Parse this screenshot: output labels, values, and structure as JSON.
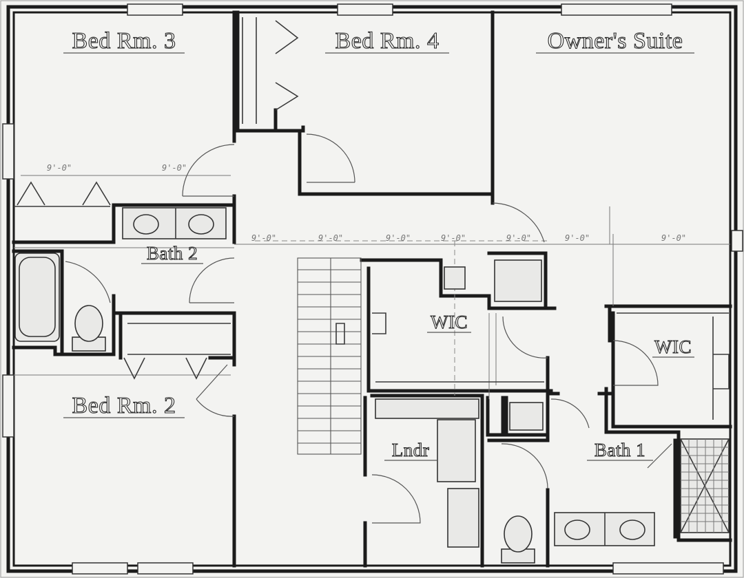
{
  "plan": {
    "rooms": [
      {
        "id": "bed-rm-3",
        "label": "Bed Rm. 3"
      },
      {
        "id": "bed-rm-4",
        "label": "Bed Rm. 4"
      },
      {
        "id": "owners-suite",
        "label": "Owner's Suite"
      },
      {
        "id": "bath-2",
        "label": "Bath 2"
      },
      {
        "id": "bed-rm-2",
        "label": "Bed Rm. 2"
      },
      {
        "id": "wic-1",
        "label": "WIC"
      },
      {
        "id": "wic-2",
        "label": "WIC"
      },
      {
        "id": "laundry",
        "label": "Lndr"
      },
      {
        "id": "bath-1",
        "label": "Bath 1"
      }
    ],
    "dimensions": [
      "9'-0\"",
      "9'-0\"",
      "9'-0\"",
      "9'-0\"",
      "9'-0\"",
      "9'-0\"",
      "9'-0\"",
      "9'-0\"",
      "9'-0\""
    ]
  }
}
